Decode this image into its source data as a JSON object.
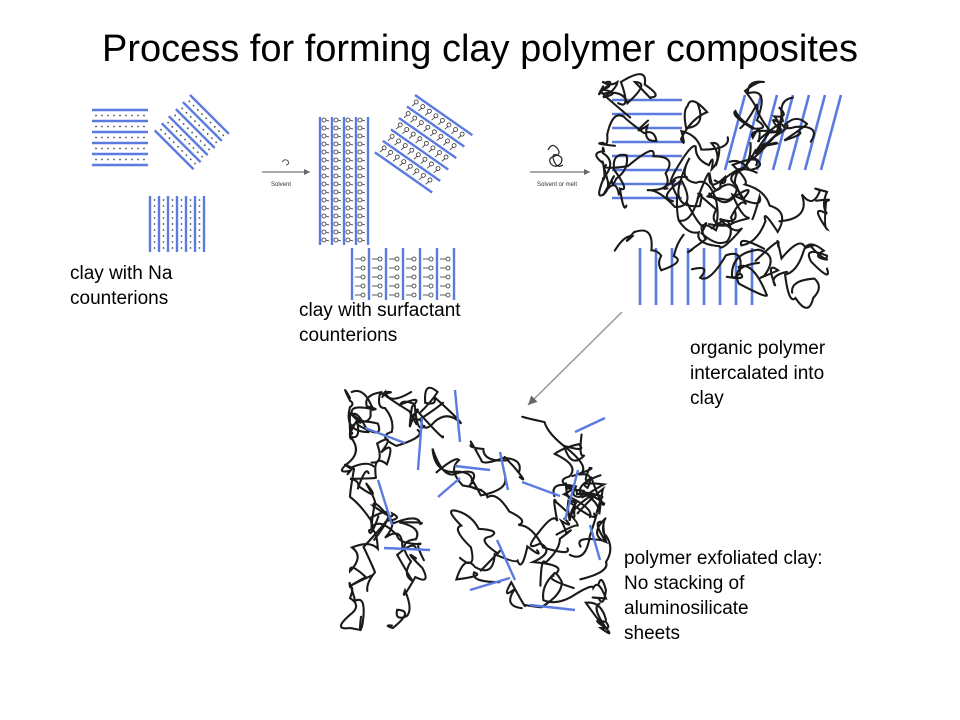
{
  "title": "Process for forming clay polymer composites",
  "labels": {
    "solvent": "Solvent",
    "solvent_or_melt": "Solvent or melt"
  },
  "captions": {
    "clay_na": "clay with Na\ncounterions",
    "clay_surfactant": "clay with surfactant\ncounterions",
    "intercalated": "organic polymer\nintercalated into\nclay",
    "exfoliated": "polymer exfoliated clay:\nNo stacking of\naluminosilicate\nsheets"
  },
  "colors": {
    "sheet": "#5b7be0",
    "polymer": "#1a1a1a",
    "arrow": "#888888"
  }
}
